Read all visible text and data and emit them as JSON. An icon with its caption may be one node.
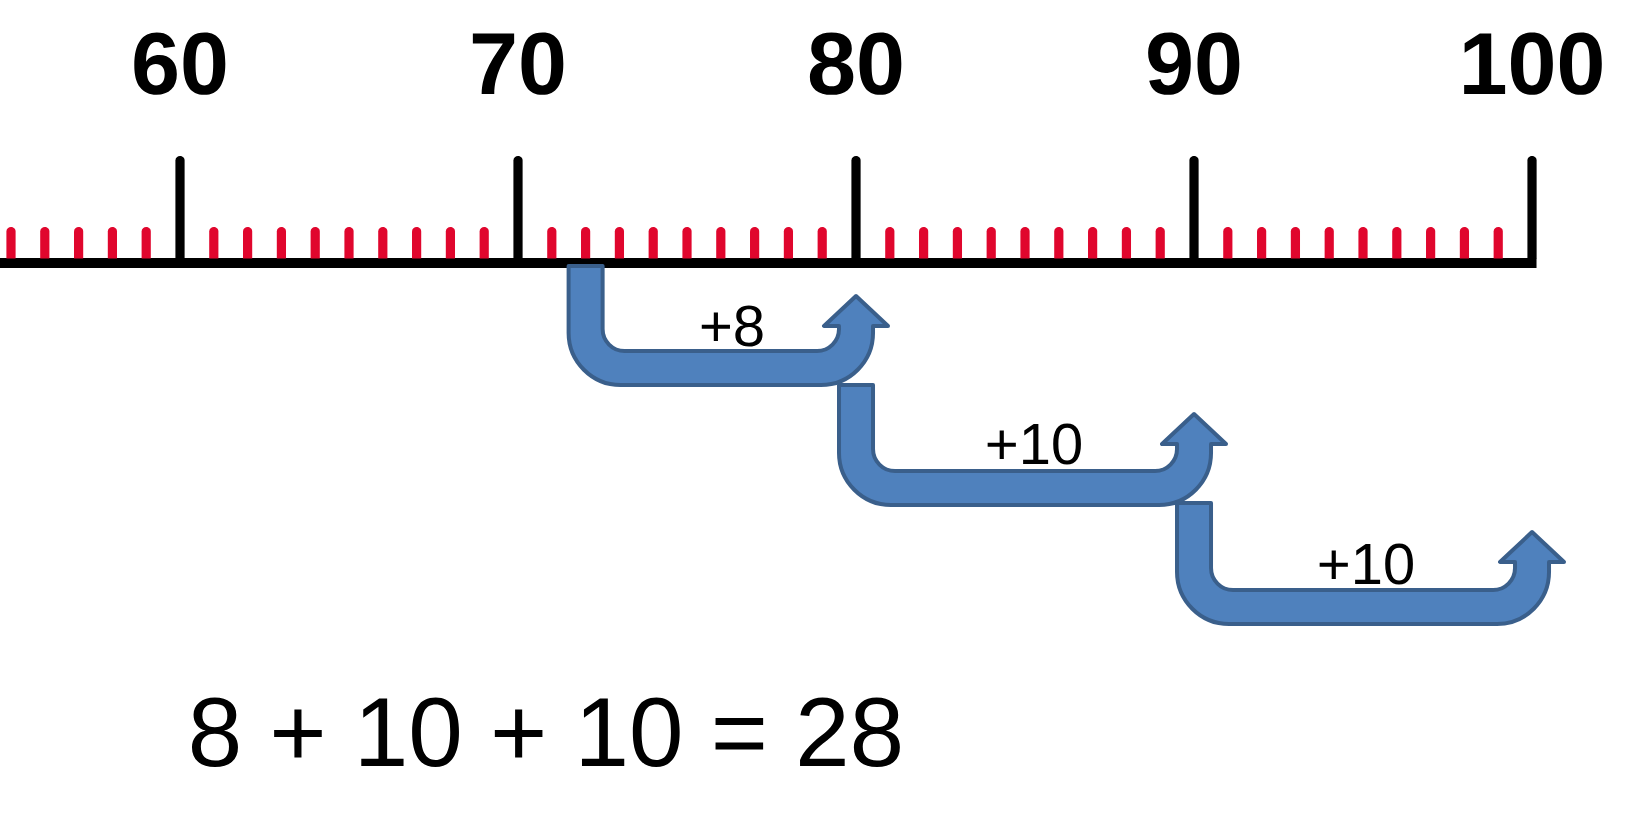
{
  "diagram": {
    "nodes": [
      {
        "text": [
          "60"
        ]
      },
      {
        "text": [
          "70"
        ]
      },
      {
        "text": [
          "80"
        ]
      },
      {
        "text": [
          "90"
        ]
      },
      {
        "text": [
          "100"
        ]
      }
    ],
    "edges": [
      {
        "from": null,
        "to": 2,
        "arrow": "to",
        "label": "+8"
      },
      {
        "from": 2,
        "to": 3,
        "arrow": "to",
        "label": "+10"
      },
      {
        "from": 3,
        "to": 4,
        "arrow": "to",
        "label": "+10"
      }
    ],
    "labels": [
      "8 + 10 + 10 = 28"
    ]
  }
}
